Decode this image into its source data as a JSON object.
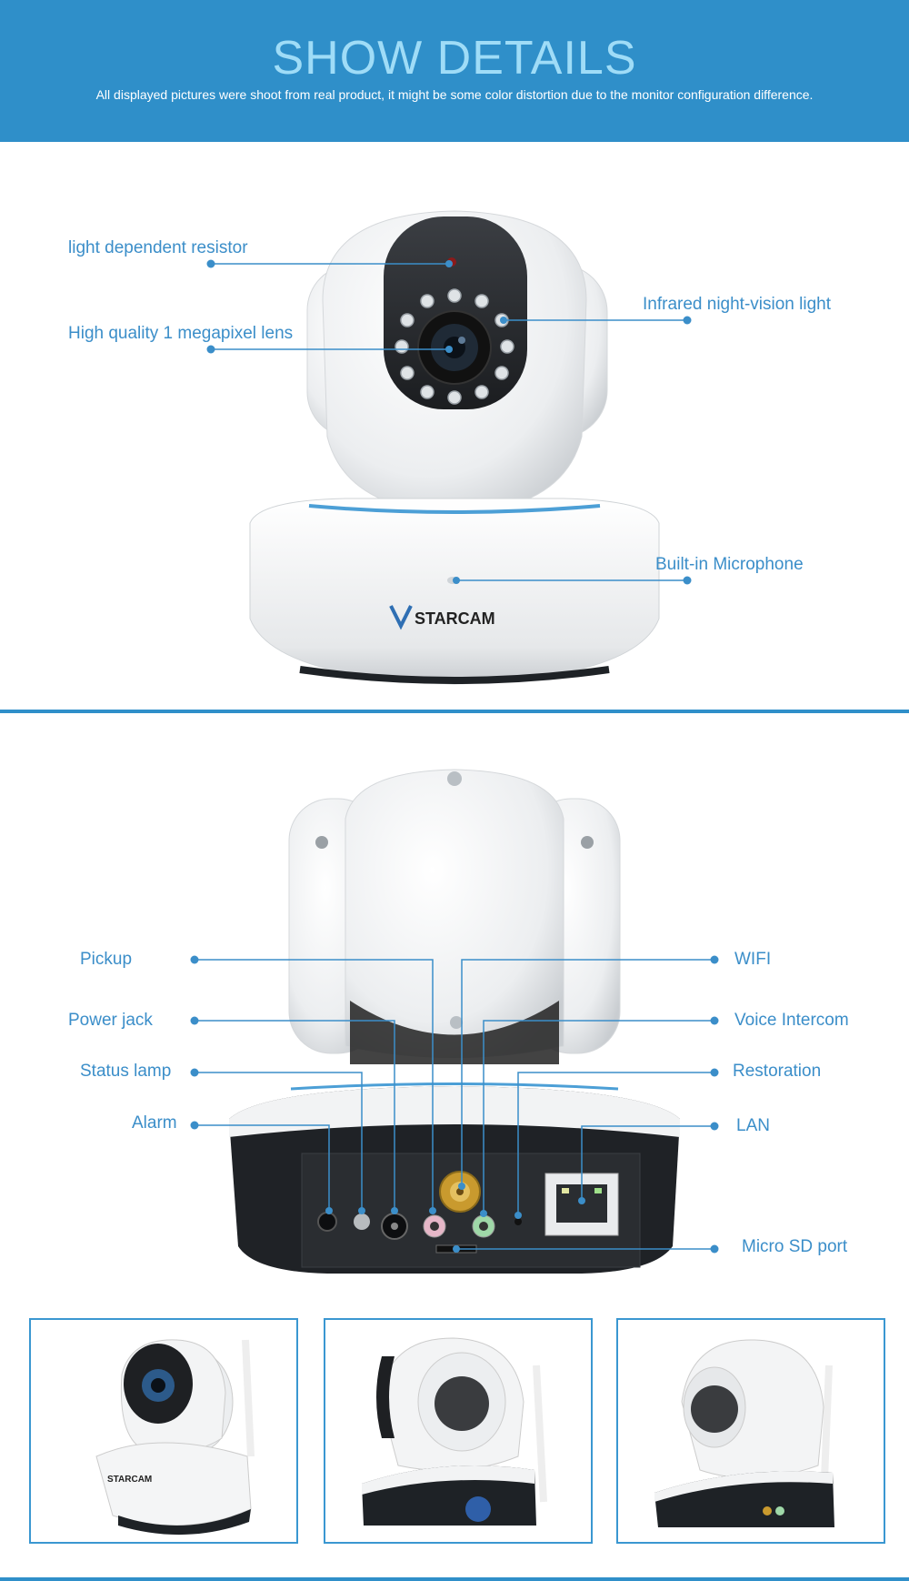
{
  "header": {
    "title": "SHOW DETAILS",
    "subtitle": "All displayed pictures were shoot from real product, it might be some color distortion due to the monitor configuration difference."
  },
  "front": {
    "brand": "STARCAM",
    "labels": {
      "ldr": "light dependent resistor",
      "lens": "High quality 1 megapixel lens",
      "infrared": "Infrared night-vision light",
      "microphone": "Built-in Microphone"
    }
  },
  "back": {
    "labels": {
      "pickup": "Pickup",
      "power": "Power jack",
      "status": "Status lamp",
      "alarm": "Alarm",
      "wifi": "WIFI",
      "voice": "Voice Intercom",
      "restoration": "Restoration",
      "lan": "LAN",
      "sd": "Micro SD  port"
    }
  },
  "thumbnails": {
    "brand": "STARCAM"
  },
  "colors": {
    "accent": "#2f8fc9",
    "label": "#3b8ec9",
    "title": "#9fdcf7"
  }
}
